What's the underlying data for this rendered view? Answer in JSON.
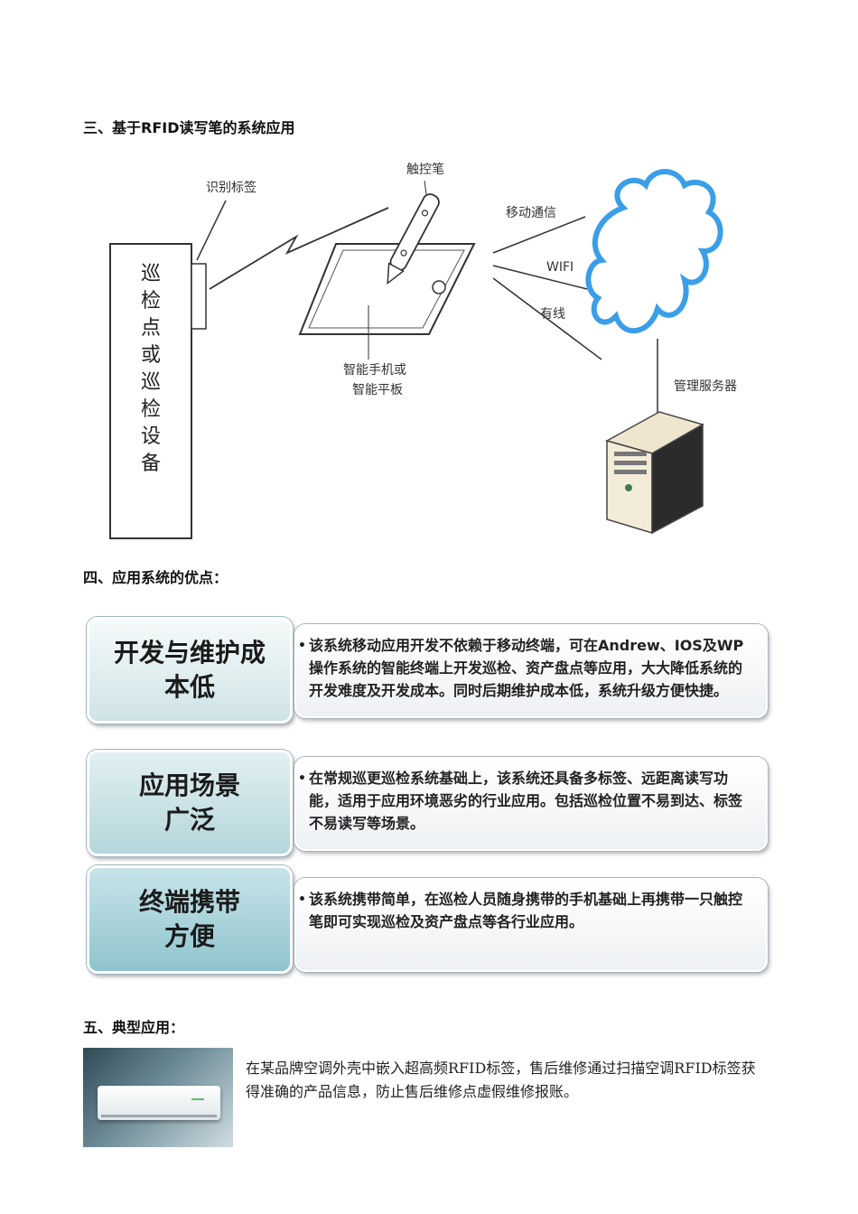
{
  "section3": {
    "heading": "三、基于RFID读写笔的系统应用"
  },
  "diagram": {
    "tag_label": "识别标签",
    "pen_label": "触控笔",
    "device_label_chars": [
      "巡",
      "检",
      "点",
      "或",
      "巡",
      "检",
      "设",
      "备"
    ],
    "tablet_label_line1": "智能手机或",
    "tablet_label_line2": "智能平板",
    "link_mobile": "移动通信",
    "link_wifi": "WIFI",
    "link_wired": "有线",
    "server_label": "管理服务器"
  },
  "section4": {
    "heading": "四、应用系统的优点：",
    "advantages": [
      {
        "title_line1": "开发与维护成",
        "title_line2": "本低",
        "bullet": "•",
        "description": "该系统移动应用开发不依赖于移动终端，可在Andrew、IOS及WP操作系统的智能终端上开发巡检、资产盘点等应用，大大降低系统的开发难度及开发成本。同时后期维护成本低，系统升级方便快捷。"
      },
      {
        "title_line1": "应用场景",
        "title_line2": "广泛",
        "bullet": "•",
        "description": "在常规巡更巡检系统基础上，该系统还具备多标签、远距离读写功能，适用于应用环境恶劣的行业应用。包括巡检位置不易到达、标签不易读写等场景。"
      },
      {
        "title_line1": "终端携带",
        "title_line2": "方便",
        "bullet": "•",
        "description": "该系统携带简单，在巡检人员随身携带的手机基础上再携带一只触控笔即可实现巡检及资产盘点等各行业应用。"
      }
    ]
  },
  "section5": {
    "heading": "五、典型应用：",
    "text": "在某品牌空调外壳中嵌入超高频RFID标签，售后维修通过扫描空调RFID标签获得准确的产品信息，防止售后维修点虚假维修报账。"
  }
}
